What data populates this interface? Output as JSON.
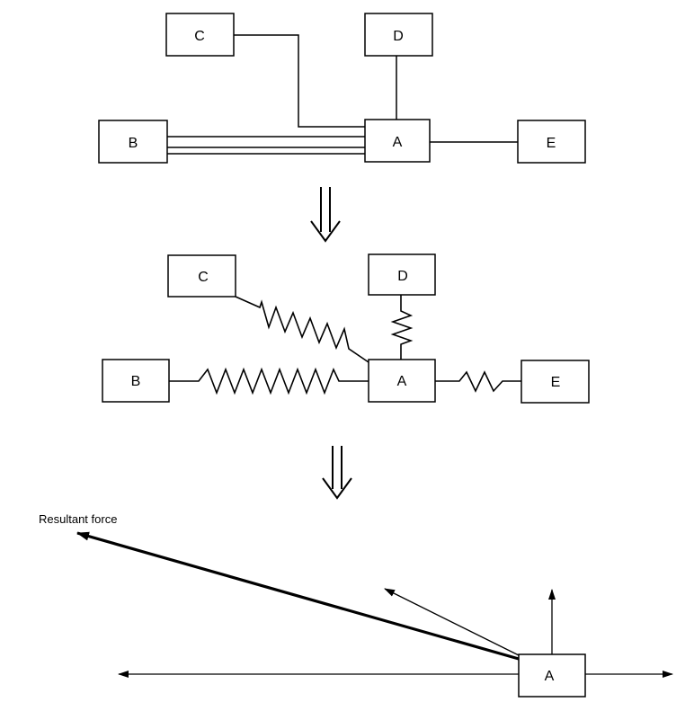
{
  "panel_top": {
    "boxes": {
      "a": "A",
      "b": "B",
      "c": "C",
      "d": "D",
      "e": "E"
    }
  },
  "panel_springs": {
    "boxes": {
      "a": "A",
      "b": "B",
      "c": "C",
      "d": "D",
      "e": "E"
    }
  },
  "panel_forces": {
    "box_a": "A",
    "resultant_label": "Resultant  force"
  }
}
